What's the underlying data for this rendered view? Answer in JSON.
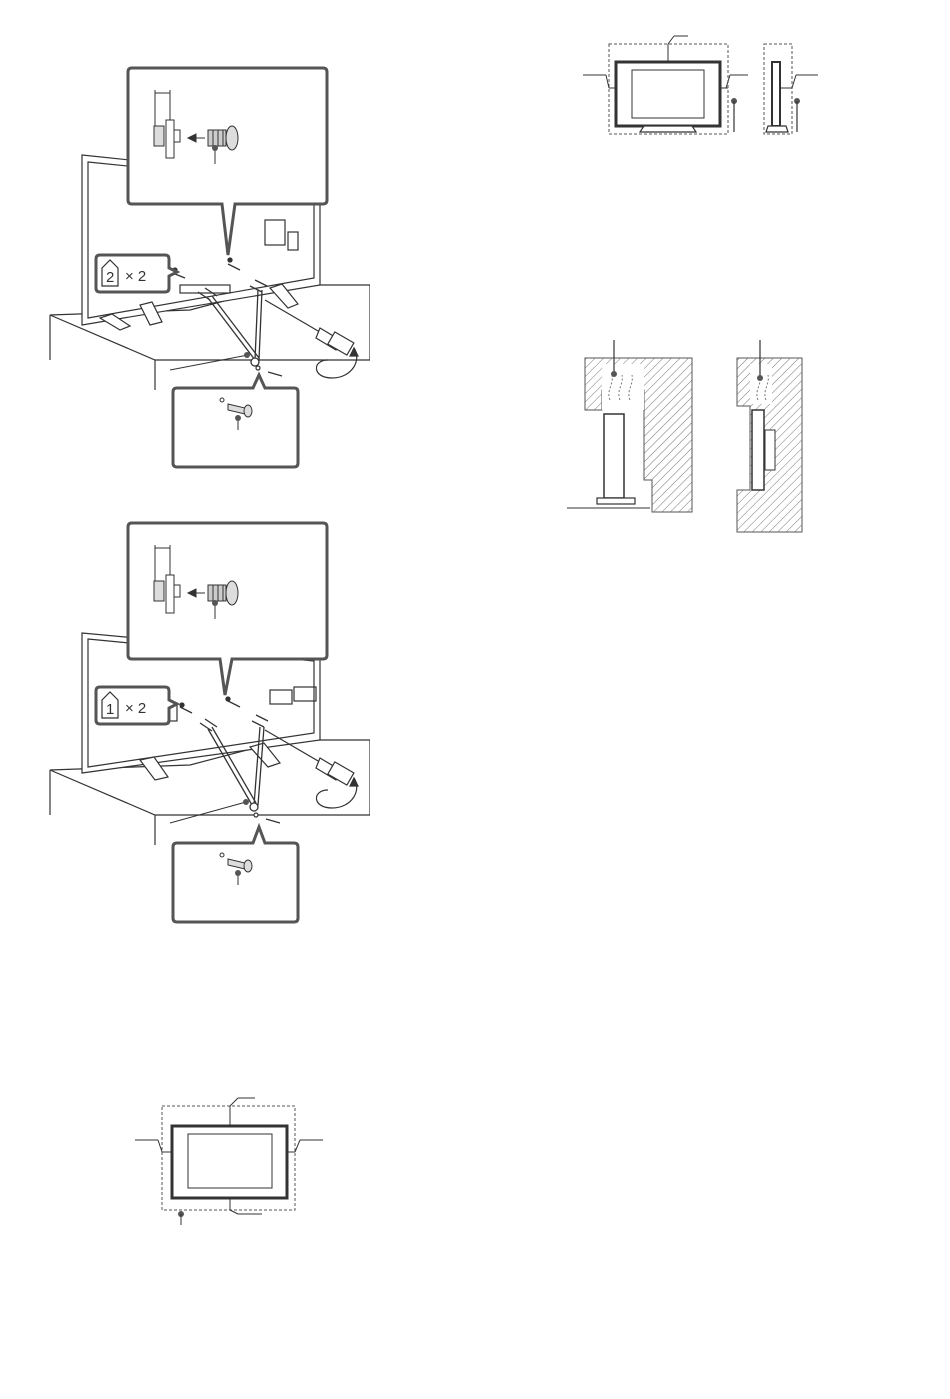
{
  "figure_a": {
    "badge_number": "2",
    "badge_multiplier": "× 2"
  },
  "figure_b": {
    "badge_number": "1",
    "badge_multiplier": "× 2"
  },
  "colors": {
    "line": "#333333",
    "callout_border": "#555555",
    "hatch": "#777777",
    "marker": "#555555"
  }
}
